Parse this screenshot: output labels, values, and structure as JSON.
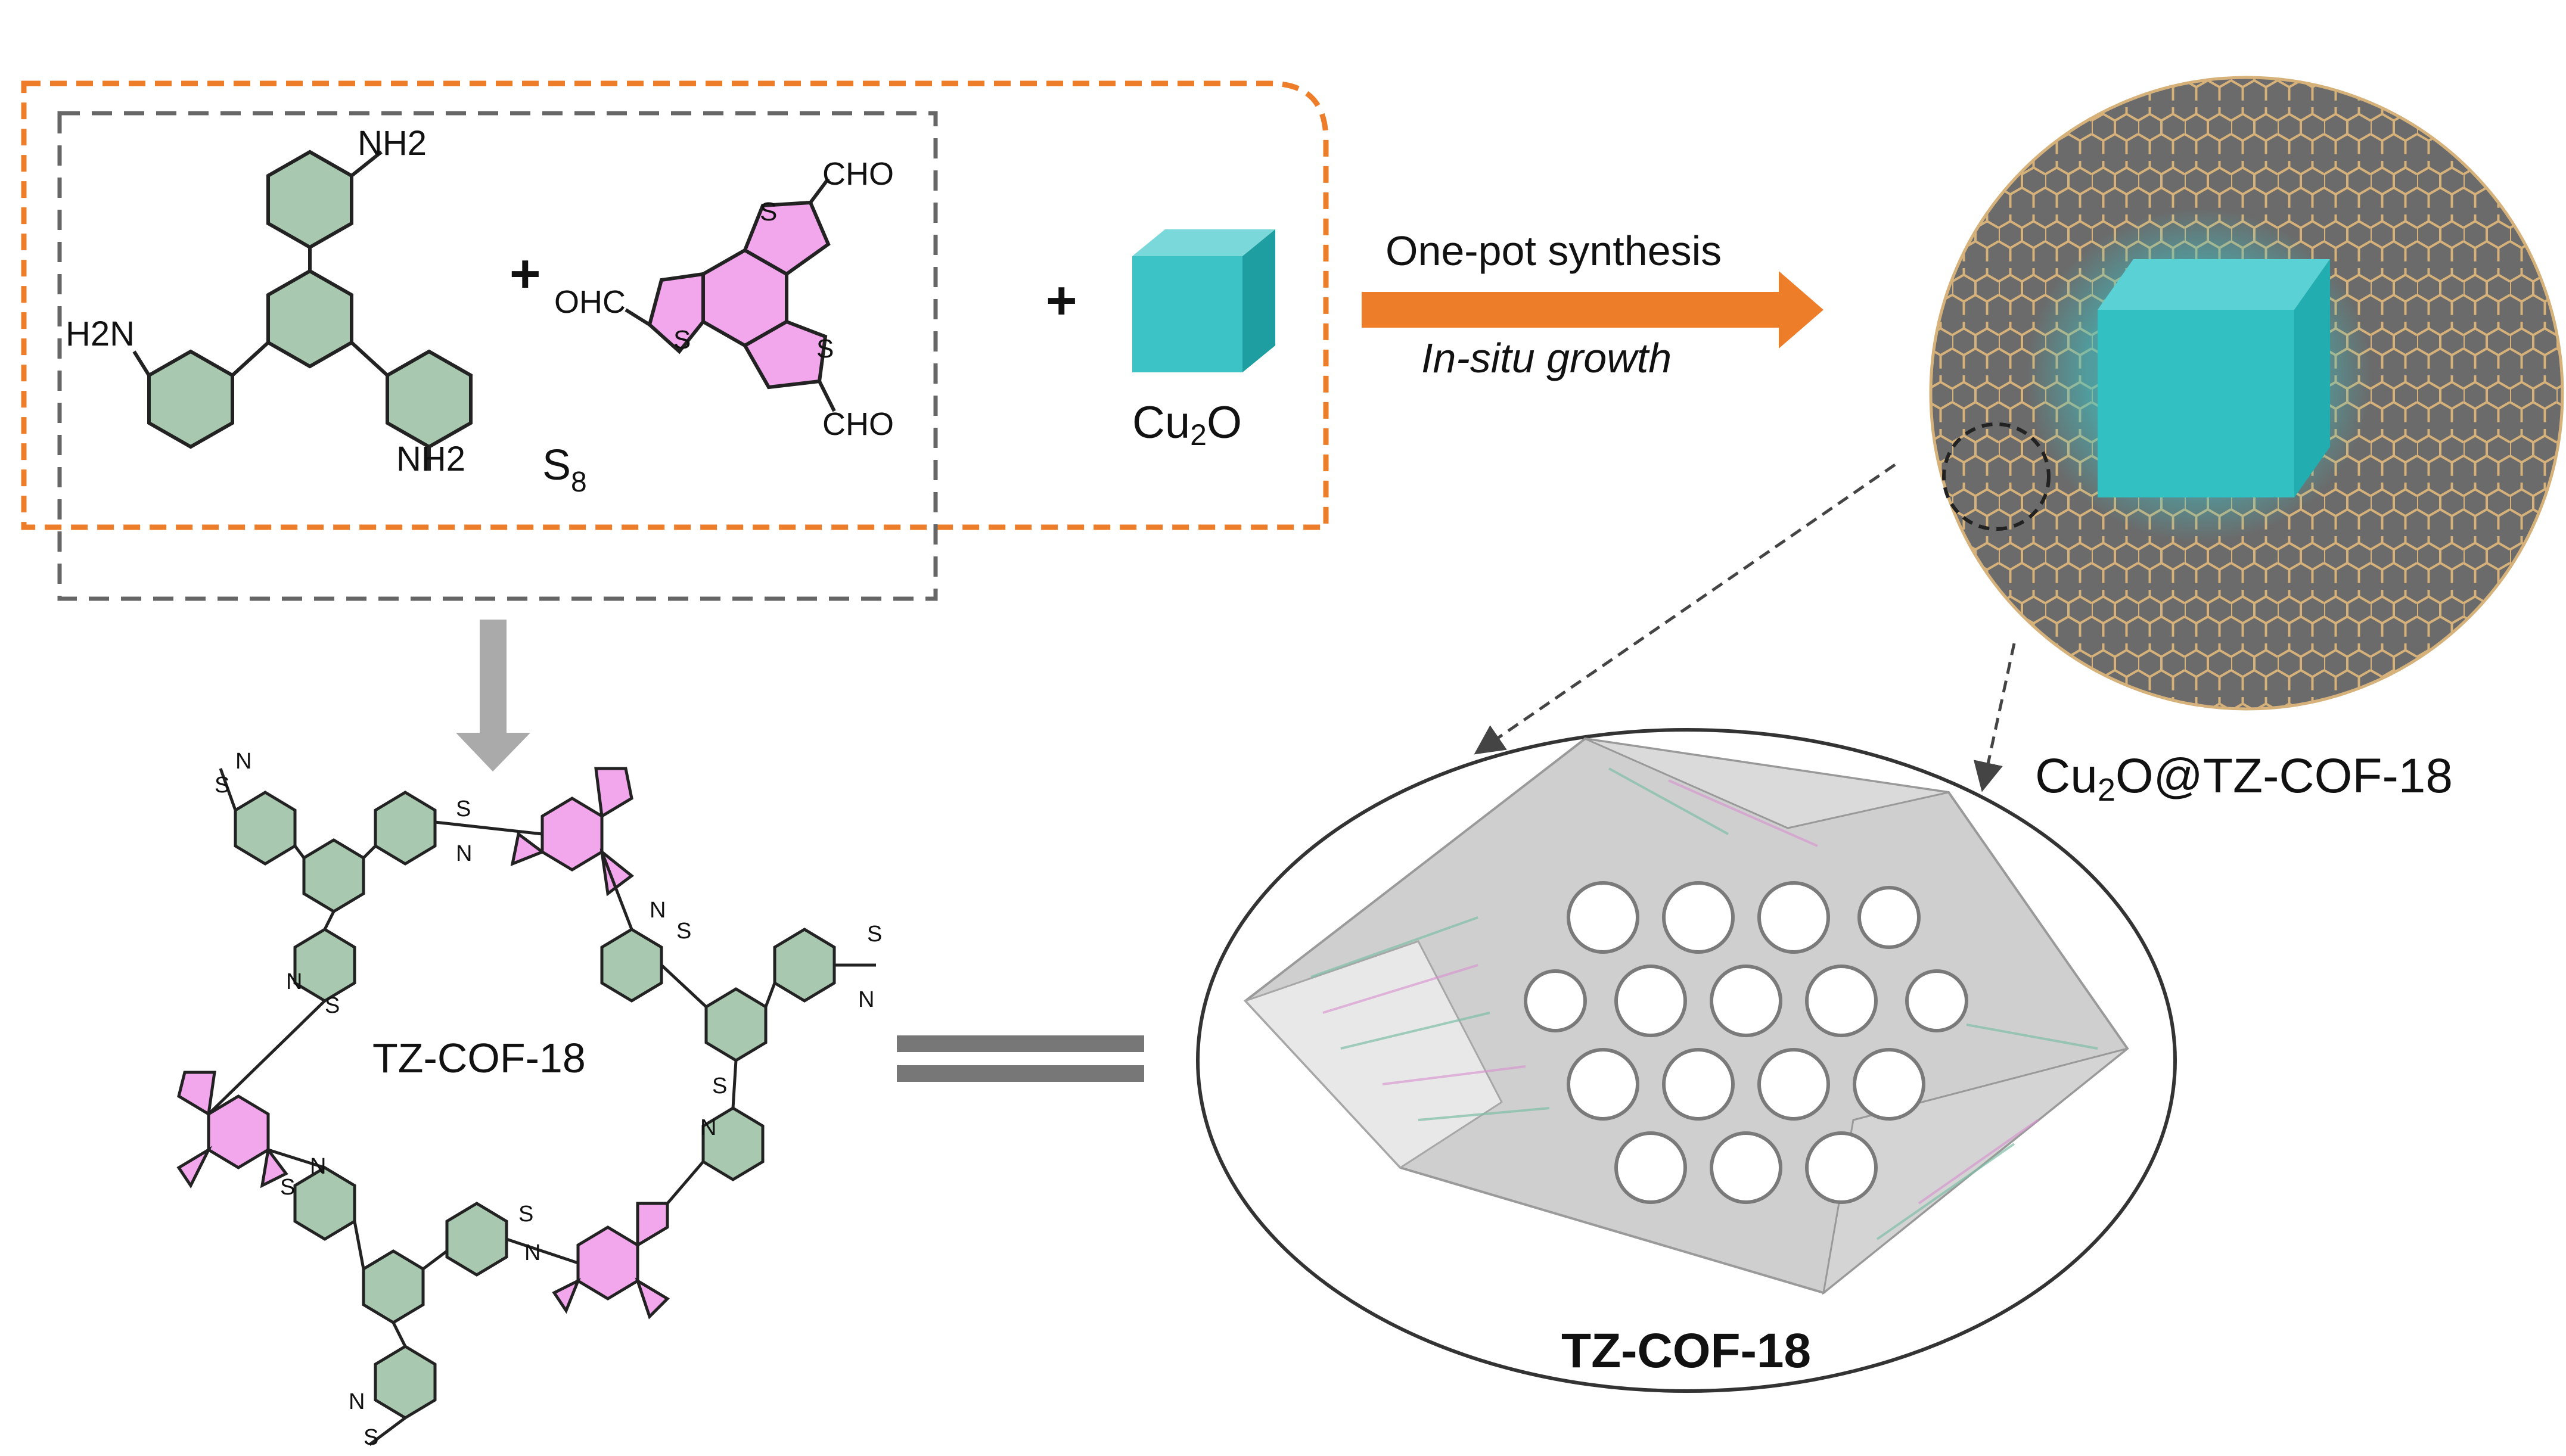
{
  "reactants": {
    "amine_label_top": "NH2",
    "amine_label_left": "H2N",
    "amine_label_right": "NH2",
    "aldehyde_label_top": "CHO",
    "aldehyde_label_left": "OHC",
    "aldehyde_label_bottom": "CHO",
    "sulfur_symbol": "S",
    "sulfur_subscript": "8",
    "plus_1": "+",
    "plus_2": "+",
    "cu2o_main": "Cu",
    "cu2o_sub": "2",
    "cu2o_tail": "O",
    "ring_S": "S"
  },
  "arrow": {
    "line1": "One-pot synthesis",
    "line2": "In-situ growth"
  },
  "product": {
    "composite_main": "Cu",
    "composite_sub": "2",
    "composite_tail": "O@TZ-COF-18"
  },
  "framework": {
    "center_label": "TZ-COF-18",
    "atom_S": "S",
    "atom_N": "N"
  },
  "model": {
    "label": "TZ-COF-18"
  },
  "colors": {
    "orange": "#ee7d2a",
    "dash_gray": "#666666",
    "phenyl_fill": "#a9c8b0",
    "thiophene_fill": "#f2a6ec",
    "cube_face": "#3cc3c6",
    "cube_top": "#7ad8da",
    "cube_side": "#1e9ea1",
    "sphere": "#6b6b6b",
    "hex_line": "#d6b27a",
    "label_blue": "#2a6fd6",
    "label_red": "#c8121e"
  }
}
